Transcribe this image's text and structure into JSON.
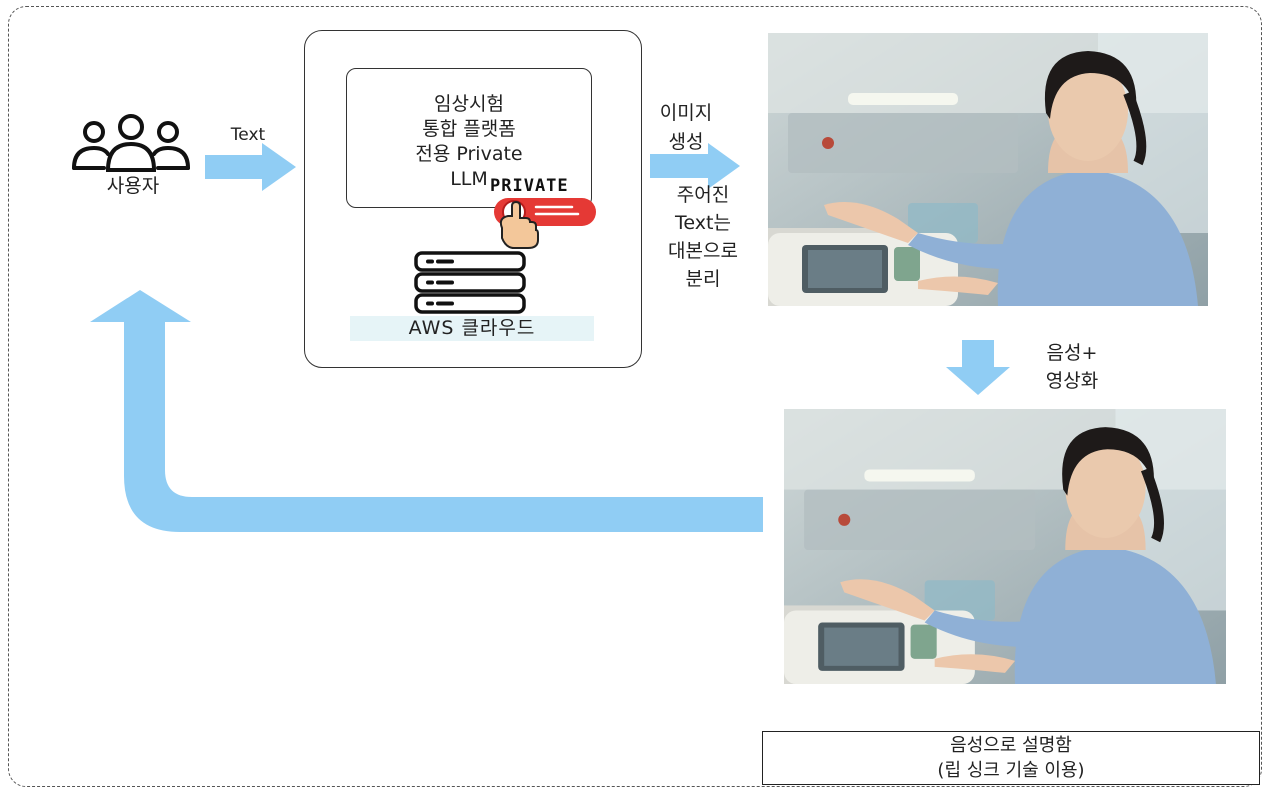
{
  "user": {
    "label": "사용자",
    "icon": "users-icon"
  },
  "arrow_labels": {
    "text": "Text"
  },
  "platform": {
    "llm_title": "임상시험\n통합 플랫폼\n전용 Private\nLLM",
    "private_badge": "PRIVATE",
    "server_icon": "server-icon",
    "cloud_label": "AWS 클라우드"
  },
  "steps": {
    "image_generation": "이미지\n생성",
    "script_split": "주어진\nText는\n대본으로\n분리",
    "voice_video": "음성+\n영상화"
  },
  "caption": {
    "text": "음성으로 설명함\n(립 싱크 기술 이용)"
  },
  "colors": {
    "arrow": "#90cdf4",
    "private_red": "#e53935",
    "aws_bg": "#e6f4f7"
  }
}
